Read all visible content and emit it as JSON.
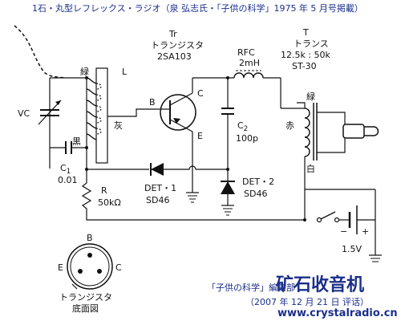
{
  "title": "1石・丸型レフレックス・ラジオ（泉 弘志氏・「子供の科学」1975 年 5 月号掲載）",
  "labels": {
    "tr_symbol": "Tr",
    "tr_name": "トランジスタ",
    "tr_part": "2SA103",
    "coil_L": "L",
    "green": "緑",
    "gray": "灰",
    "black": "黒",
    "vc": "VC",
    "c1": "C",
    "c1_sub": "1",
    "c1_value": "0.01",
    "base": "B",
    "collector": "C",
    "emitter": "E",
    "rfc": "RFC",
    "rfc_value": "2mH",
    "c2": "C",
    "c2_sub": "2",
    "c2_value": "100p",
    "t_symbol": "T",
    "t_name": "トランス",
    "t_ratio": "12.5k : 50k",
    "t_part": "ST-30",
    "t_green": "緑",
    "t_red": "赤",
    "t_white": "白",
    "det1": "DET・1",
    "det1_part": "SD46",
    "det2": "DET・2",
    "det2_part": "SD46",
    "r": "R",
    "r_value": "50kΩ",
    "battery_minus": "−",
    "battery_plus": "+",
    "battery_value": "1.5V",
    "pin_b": "B",
    "pin_e": "E",
    "pin_c": "C",
    "bottom_caption_1": "トランジスタ",
    "bottom_caption_2": "底面図",
    "credit": "「子供の科学」編集部",
    "watermark_main": "矿石收音机",
    "watermark_date": "（2007 年 12 月 21 日 评话）",
    "watermark_url": "www.crystalradio.cn"
  },
  "colors": {
    "line": "#111111",
    "title": "#1b2f8a",
    "watermark": "#1b2f8a"
  }
}
